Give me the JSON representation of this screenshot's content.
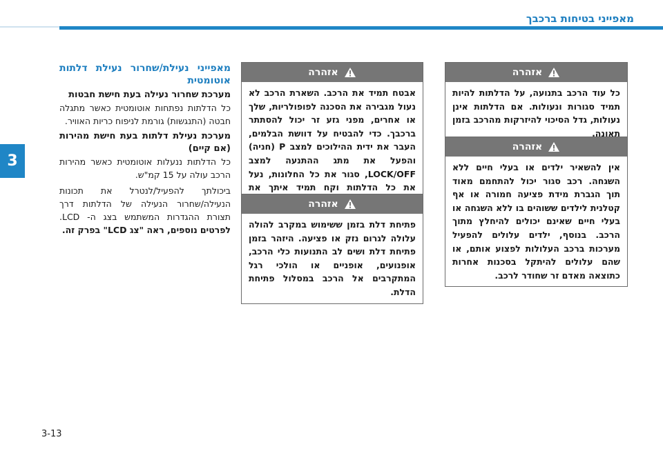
{
  "header": {
    "title": "מאפייני בטיחות ברכבך"
  },
  "chapter_tab": "3",
  "page_number": "3-13",
  "left_column": {
    "heading": "מאפייני נעילת/שחרור נעילת דלתות אוטומטית",
    "sub1_title": "מערכת שחרור נעילה בעת חישת חבטות",
    "sub1_text": "כל הדלתות נפתחות אוטומטית כאשר מתגלה חבטה (התנגשות) גורמת לניפוח כריות האוויר.",
    "sub2_title": "מערכת נעילת דלתות בעת חישת מהירות (אם קיים)",
    "sub2_text": "כל הדלתות ננעלות אוטומטית כאשר מהירות הרכב עולה על 15 קמ\"ש.",
    "sub3_text_a": "ביכולתך להפעיל/לנטרל את תכונות הנעילה/שחרור הנעילה של הדלתות דרך תצורת ההגדרות המשתמש בצג ה- LCD.",
    "sub3_bold_a": "לפרטים",
    "sub3_bold_b": "נוספים, ראה \"צג LCD\" בפרק זה."
  },
  "warnings": {
    "label": "אזהרה",
    "w1": "כל עוד הרכב בתנועה, על הדלתות להיות תמיד סגורות ונעולות. אם הדלתות אינן נעולות, גדל הסיכוי להיזרקות מהרכב בזמן תאונה.",
    "w2": "אין להשאיר ילדים או בעלי חיים ללא השגחה. רכב סגור יכול להתחמם מאוד תוך הגברת מידת פציעה חמורה או אף קטלנית לילדים ששוהים בו ללא השגחה או בעלי חיים שאינם יכולים להיחלץ מתוך הרכב. בנוסף, ילדים עלולים להפעיל מערכות ברכב העלולות לפצוע אותם, או שהם עלולים להיתקל בסכנות אחרות כתוצאה מאדם זר שחודר לרכב.",
    "w3": "אבטח תמיד את הרכב. השארת הרכב לא נעול מגבירה את הסכנה לפופולריות, שלך או אחרים, מפני גזע זר יכול להסתתר ברכבך. כדי להבטיח על דוושת הבלמים, העבר את ידית ההילוכים למצב P (חניה) והפעל את מתג ההתנעה למצב LOCK/OFF, סגור את כל החלונות, נעל את כל הדלתות וקח תמיד איתך את המפתח.",
    "w4": "פתיחת דלת בזמן ששימוש במקרב להולה עלולה לגרום נזק או פציעה. היזהר בזמן פתיחת דלת ושים לב התנועות כלי הרכב, אופנועים, אופניים או הולכי רגל המתקרבים אל הרכב במסלול פתיחת הדלת."
  }
}
